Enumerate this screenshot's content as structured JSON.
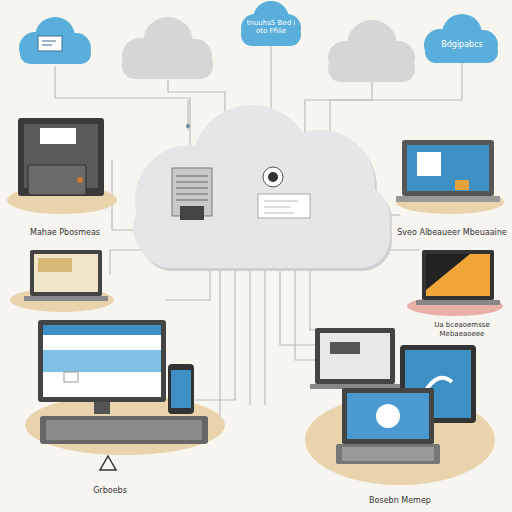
{
  "diagram": {
    "nodes": [
      {
        "text": [
          "tnuuhs5 Bed i oto Ffiiie"
        ]
      },
      {
        "text": [
          "Bdgipabcs"
        ]
      },
      {
        "text": [
          "Mahae Pbosmeas"
        ]
      },
      {
        "text": [
          "Sveo Albeaueer Mbeuaaine"
        ]
      },
      {
        "text": [
          "Ua bceaoemsse Mebaeaoeee"
        ]
      },
      {
        "text": [
          "Grboebs"
        ]
      },
      {
        "text": [
          "Bosebn Memep"
        ]
      }
    ]
  }
}
